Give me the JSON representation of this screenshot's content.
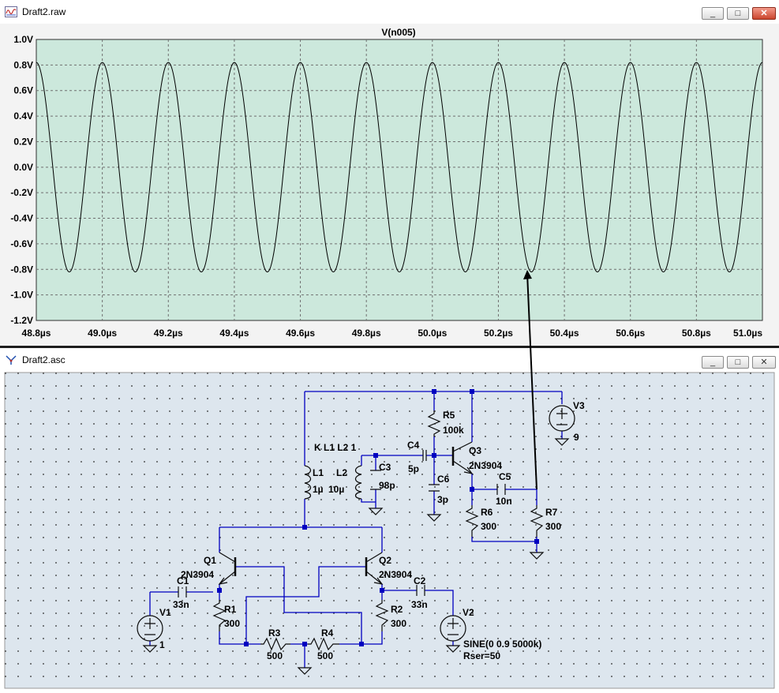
{
  "plot_window": {
    "title": "Draft2.raw",
    "trace_name": "V(n005)",
    "min_label": "_",
    "max_label": "□",
    "close_label": "✕"
  },
  "schematic_window": {
    "title": "Draft2.asc",
    "min_label": "_",
    "max_label": "□",
    "close_label": "✕"
  },
  "colors": {
    "plot_bg": "#cce8dc",
    "schematic_bg": "#dde6ee",
    "wire": "#0000c0",
    "grid": "#6f6f6f",
    "close_button": "#c9452d"
  },
  "chart_data": {
    "type": "line",
    "title": "V(n005)",
    "xlim": [
      48.8,
      51.0
    ],
    "ylim": [
      -1.2,
      1.0
    ],
    "x_ticks": [
      "48.8µs",
      "49.0µs",
      "49.2µs",
      "49.4µs",
      "49.6µs",
      "49.8µs",
      "50.0µs",
      "50.2µs",
      "50.4µs",
      "50.6µs",
      "50.8µs",
      "51.0µs"
    ],
    "y_ticks": [
      "1.0V",
      "0.8V",
      "0.6V",
      "0.4V",
      "0.2V",
      "0.0V",
      "-0.2V",
      "-0.4V",
      "-0.6V",
      "-0.8V",
      "-1.0V",
      "-1.2V"
    ],
    "grid": true,
    "series": [
      {
        "amplitude": 0.82,
        "frequency_mhz": 5.0,
        "first_peak_us": 49.0
      }
    ]
  },
  "schematic": {
    "labels": {
      "V3": "V3",
      "V3_val": "9",
      "R5": "R5",
      "R5_val": "100k",
      "K": "K L1 L2 1",
      "C4": "C4",
      "C4_val": "5p",
      "Q3": "Q3",
      "Q3_model": "2N3904",
      "L1": "L1",
      "L1_val": "1µ",
      "L2": "L2",
      "L2_val": "10µ",
      "C3": "C3",
      "C3_val": "98p",
      "C6": "C6",
      "C6_val": "3p",
      "C5": "C5",
      "C5_val": "10n",
      "R6": "R6",
      "R6_val": "300",
      "R7": "R7",
      "R7_val": "300",
      "Q1": "Q1",
      "Q1_model": "2N3904",
      "Q2": "Q2",
      "Q2_model": "2N3904",
      "C1": "C1",
      "C1_val": "33n",
      "C2": "C2",
      "C2_val": "33n",
      "V1": "V1",
      "V1_val": "1",
      "V2": "V2",
      "V2_val": "SINE(0 0.9 5000k)",
      "V2_rser": "Rser=50",
      "R1": "R1",
      "R1_val": "300",
      "R2": "R2",
      "R2_val": "300",
      "R3": "R3",
      "R3_val": "500",
      "R4": "R4",
      "R4_val": "500"
    }
  }
}
